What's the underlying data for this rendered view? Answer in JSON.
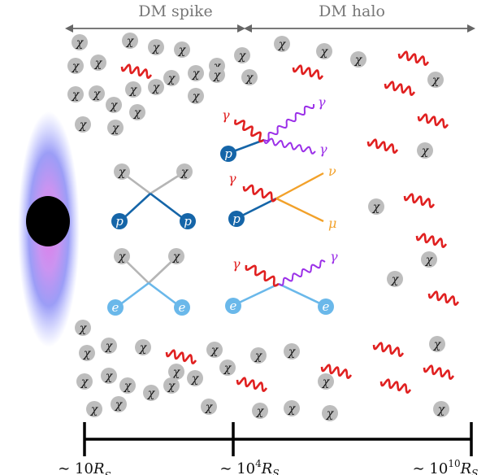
{
  "regions": {
    "spike": "DM spike",
    "halo": "DM halo"
  },
  "particles": {
    "dm": "χ",
    "proton": "p",
    "electron": "e",
    "photon": "γ",
    "neutrino": "ν",
    "muon": "μ"
  },
  "scale": {
    "ticks": [
      {
        "main": "∼ 10",
        "sup": "",
        "sub": "S"
      },
      {
        "main": "∼ 10",
        "sup": "4",
        "sub": "S"
      },
      {
        "main": "∼ 10",
        "sup": "10",
        "sub": "S"
      }
    ],
    "symbol": "R"
  },
  "colors": {
    "dm_fill": "#bdbdbd",
    "proton": "#1565a8",
    "electron": "#6ab8ea",
    "photon": "#e02020",
    "photon_out": "#9b30e8",
    "lepton": "#f2a12a",
    "dm_line": "#b8b8b8",
    "arrow": "#666666",
    "black_hole": "#000000"
  }
}
